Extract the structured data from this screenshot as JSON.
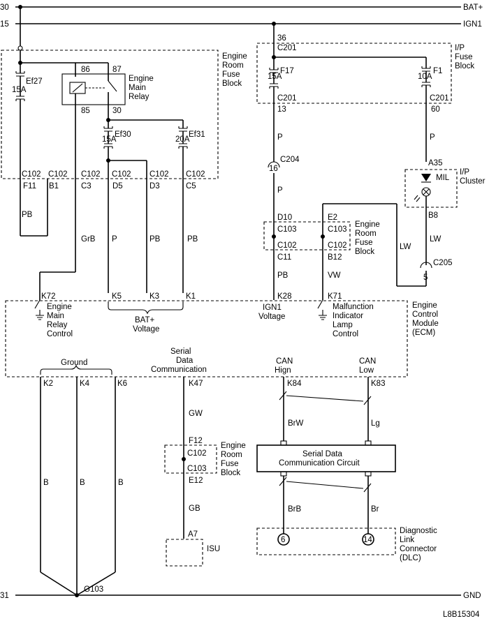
{
  "rails": {
    "bat_num": "30",
    "bat_label": "BAT+",
    "ign_num": "15",
    "ign_label": "IGN1",
    "gnd_num": "31",
    "gnd_label": "GND"
  },
  "engine_fuse_block": {
    "title": [
      "Engine",
      "Room",
      "Fuse",
      "Block"
    ],
    "ef27_name": "Ef27",
    "ef27_rating": "15A",
    "ef30_name": "Ef30",
    "ef30_rating": "15A",
    "ef31_name": "Ef31",
    "ef31_rating": "20A",
    "relay_title": [
      "Engine",
      "Main",
      "Relay"
    ],
    "relay_pins": {
      "p86": "86",
      "p87": "87",
      "p85": "85",
      "p30": "30"
    },
    "connector": "C102",
    "pins": [
      "F11",
      "B1",
      "C3",
      "D5",
      "D3",
      "C5"
    ]
  },
  "wires_left": {
    "pb1": "PB",
    "grb": "GrB",
    "p": "P",
    "pb2": "PB",
    "pb3": "PB"
  },
  "ip_fuse_block": {
    "title": [
      "I/P",
      "Fuse",
      "Block"
    ],
    "pin_in": "36",
    "connector": "C201",
    "f17_name": "F17",
    "f17_rating": "15A",
    "f1_name": "F1",
    "f1_rating": "10A",
    "pin_out_left": "13",
    "pin_out_right": "60"
  },
  "center": {
    "wire_p1": "P",
    "c204": "C204",
    "c204_pin": "16",
    "wire_p2": "P",
    "wire_p3": "P",
    "a35": "A35",
    "b8": "B8",
    "wire_lw1": "LW",
    "wire_lw2": "LW",
    "c205": "C205",
    "c205_pin": "5",
    "mid_pins": {
      "d10": "D10",
      "e2": "E2",
      "c11": "C11",
      "b12": "B12",
      "c103": "C103",
      "c102": "C102"
    },
    "mid_title": [
      "Engine",
      "Room",
      "Fuse",
      "Block"
    ],
    "wire_pb": "PB",
    "wire_vw": "VW"
  },
  "ip_cluster": {
    "mil": "MIL",
    "title": [
      "I/P",
      "Cluster"
    ]
  },
  "ecm": {
    "title": [
      "Engine",
      "Control",
      "Module",
      "(ECM)"
    ],
    "pins_top": [
      "K72",
      "K5",
      "K3",
      "K1",
      "K28",
      "K71"
    ],
    "relay_control": [
      "Engine",
      "Main",
      "Relay",
      "Control"
    ],
    "bat_voltage": [
      "BAT+",
      "Voltage"
    ],
    "ign_voltage": [
      "IGN1",
      "Voltage"
    ],
    "mil_control": [
      "Malfunction",
      "Indicator",
      "Lamp",
      "Control"
    ],
    "ground_label": "Ground",
    "serial_label": [
      "Serial",
      "Data",
      "Communication"
    ],
    "can_high": [
      "CAN",
      "Hign"
    ],
    "can_low": [
      "CAN",
      "Low"
    ],
    "pins_bottom": [
      "K2",
      "K4",
      "K6",
      "K47",
      "K84",
      "K83"
    ]
  },
  "lower": {
    "wire_b": "B",
    "wire_gw": "GW",
    "wire_gb": "GB",
    "wire_brw": "BrW",
    "wire_lg": "Lg",
    "wire_brb": "BrB",
    "wire_br": "Br",
    "fuse_pins": {
      "f12": "F12",
      "c102": "C102",
      "c103": "C103",
      "e12": "E12"
    },
    "fuse_title": [
      "Engine",
      "Room",
      "Fuse",
      "Block"
    ],
    "isu_pin": "A7",
    "isu": "ISU",
    "circuit_title": [
      "Serial Data",
      "Communication Circuit"
    ],
    "dlc_pin6": "6",
    "dlc_pin14": "14",
    "dlc_title": [
      "Diagnostic",
      "Link",
      "Connector",
      "(DLC)"
    ],
    "ground_point": "G103"
  },
  "figure_id": "L8B15304"
}
